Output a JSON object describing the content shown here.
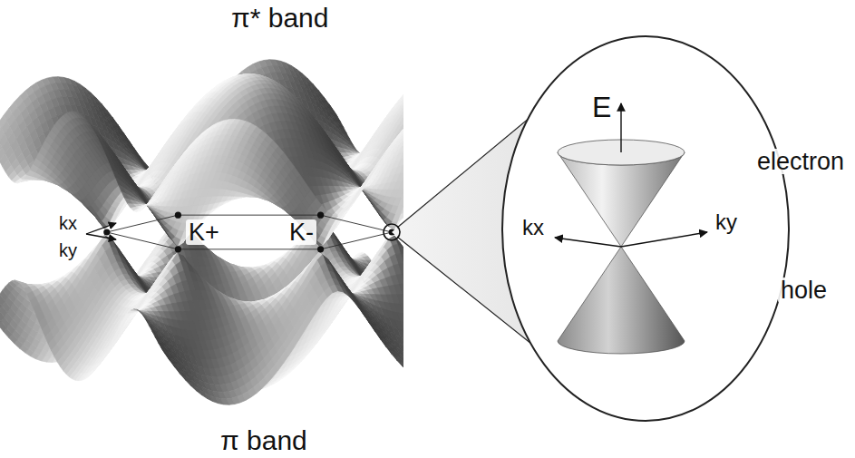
{
  "diagram": {
    "labels": [
      "π* band",
      "kx",
      "ky",
      "K+",
      "K-",
      "E",
      "electron",
      "kx",
      "ky",
      "hole",
      "π band"
    ]
  }
}
